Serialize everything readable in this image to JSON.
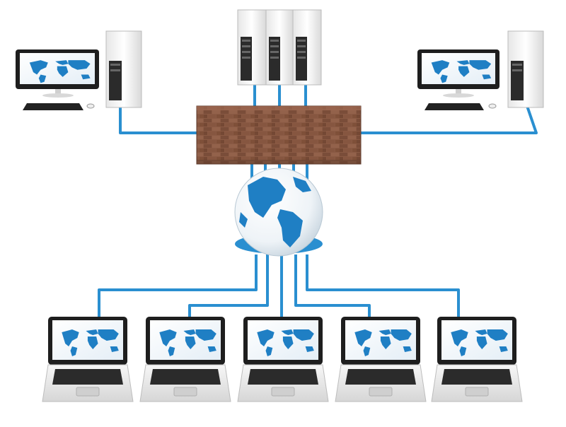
{
  "colors": {
    "cable": "#2a8fd0",
    "cable_dark": "#1b6ea8",
    "ocean": "#ffffff",
    "land": "#1f7fc4",
    "brick": "#8a5a44",
    "brick_dark": "#5e3b2c",
    "tower_face": "#f2f2f2",
    "tower_dark": "#2b2b2b",
    "screen_frame": "#1e1e1e"
  },
  "nodes": {
    "desktops": [
      "desktop-left",
      "desktop-right"
    ],
    "servers": [
      "server-1",
      "server-2",
      "server-3"
    ],
    "laptops": [
      "laptop-1",
      "laptop-2",
      "laptop-3",
      "laptop-4",
      "laptop-5"
    ]
  },
  "icons": {
    "firewall": "brick-wall-icon",
    "internet": "globe-icon",
    "server": "server-tower-icon",
    "desktop": "desktop-computer-icon",
    "laptop": "laptop-icon"
  }
}
